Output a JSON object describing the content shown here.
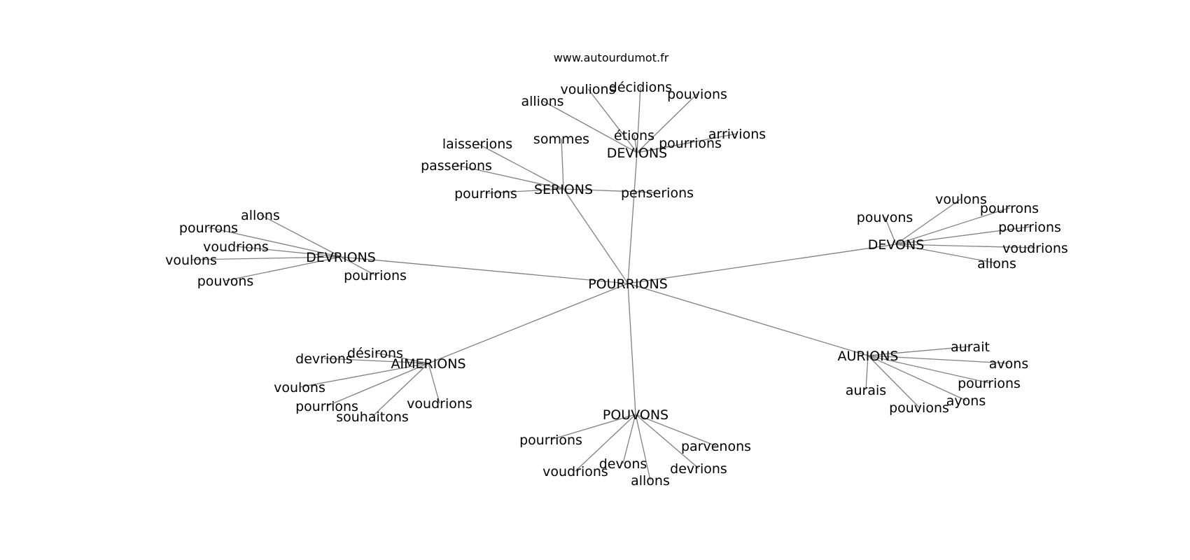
{
  "source": "www.autourdumot.fr",
  "graph": {
    "root": "POURRIONS",
    "hubs": [
      {
        "id": "SERIONS",
        "label": "SERIONS",
        "leaves": [
          "laisserions",
          "sommes",
          "passerions",
          "pourrions",
          "penserions"
        ]
      },
      {
        "id": "DEVIONS",
        "label": "DEVIONS",
        "leaves": [
          "allions",
          "voulions",
          "décidions",
          "pouvions",
          "étions",
          "arrivions",
          "pourrions"
        ]
      },
      {
        "id": "DEVRIONS",
        "label": "DEVRIONS",
        "leaves": [
          "allons",
          "pourrons",
          "voudrions",
          "voulons",
          "pouvons",
          "pourrions"
        ]
      },
      {
        "id": "DEVONS",
        "label": "DEVONS",
        "leaves": [
          "voulons",
          "pouvons",
          "pourrons",
          "pourrions",
          "voudrions",
          "allons"
        ]
      },
      {
        "id": "AIMERIONS",
        "label": "AIMERIONS",
        "leaves": [
          "désirons",
          "devrions",
          "voulons",
          "pourrions",
          "souhaitons",
          "voudrions"
        ]
      },
      {
        "id": "POUVONS",
        "label": "POUVONS",
        "leaves": [
          "pourrions",
          "voudrions",
          "devons",
          "allons",
          "devrions",
          "parvenons"
        ]
      },
      {
        "id": "AURIONS",
        "label": "AURIONS",
        "leaves": [
          "aurait",
          "avons",
          "pourrions",
          "ayons",
          "pouvions",
          "aurais"
        ]
      }
    ]
  }
}
